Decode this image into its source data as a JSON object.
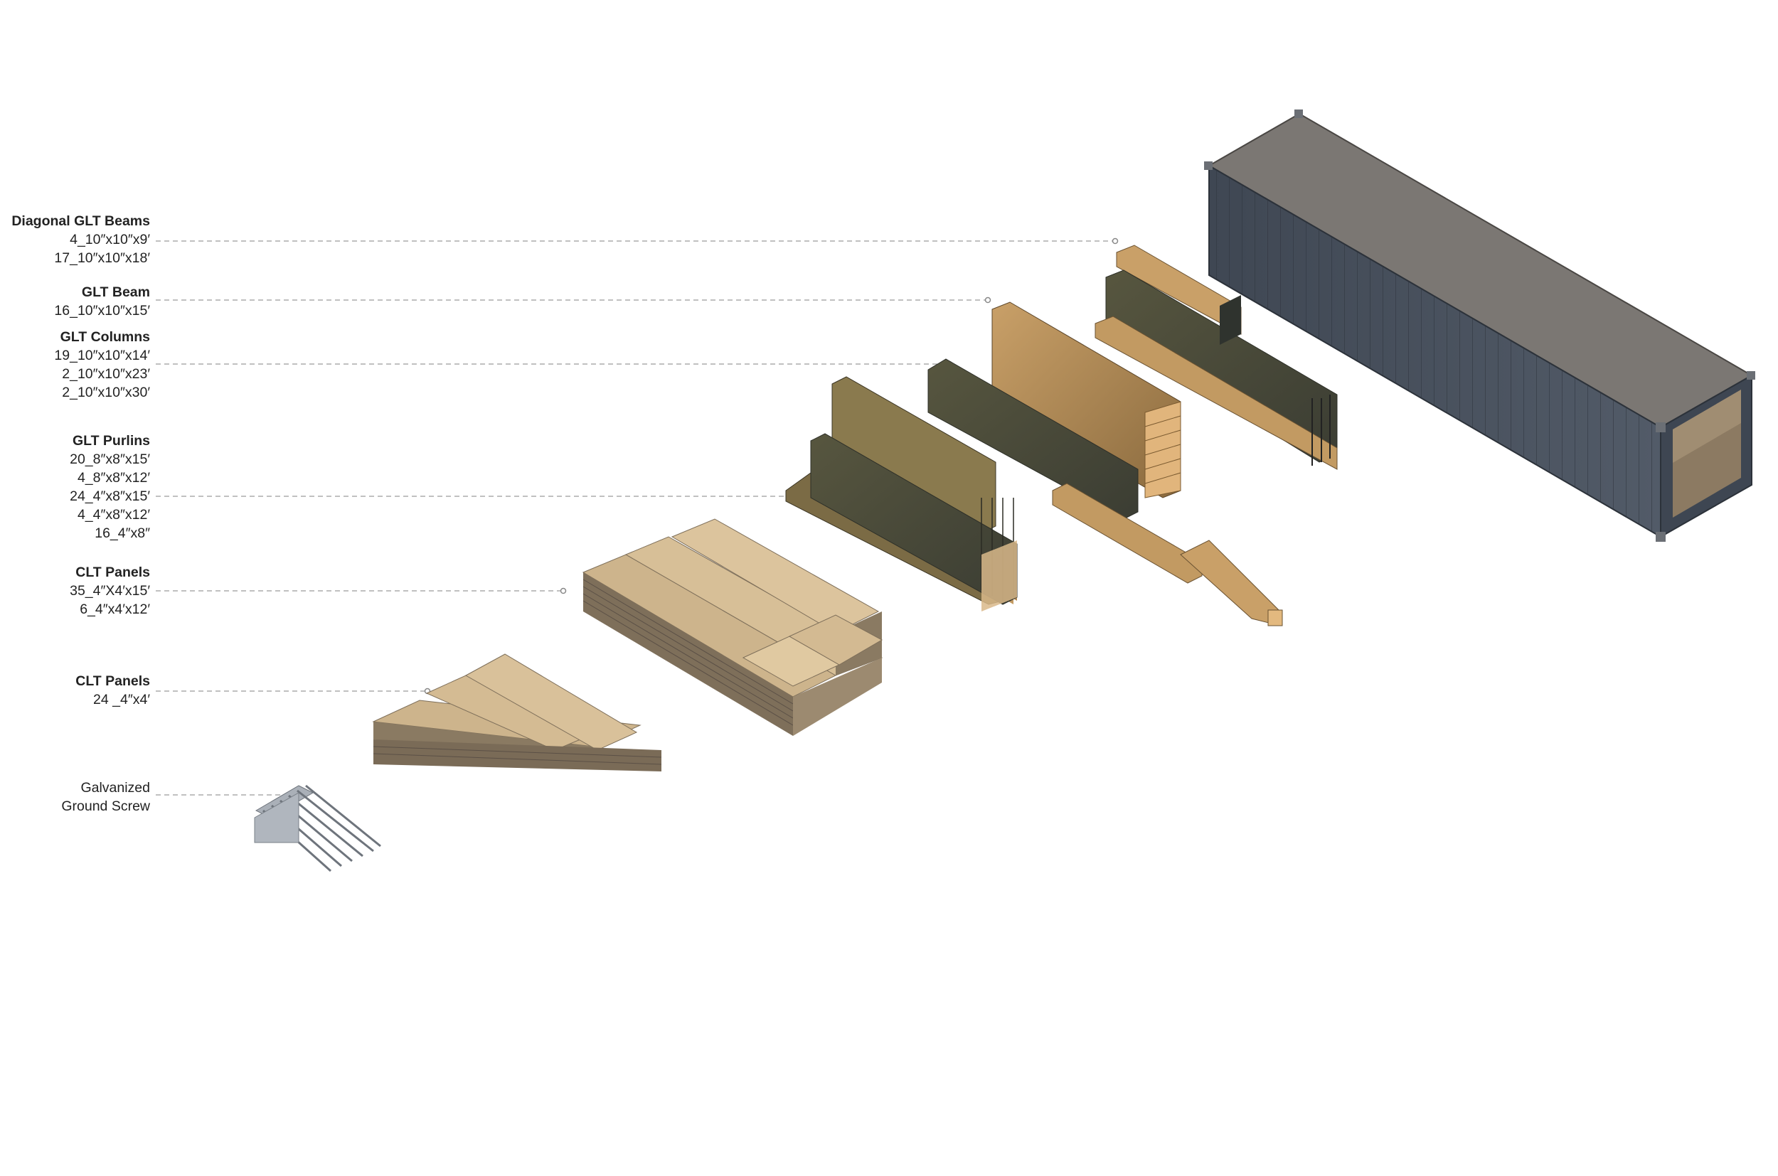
{
  "labels": [
    {
      "key": "diag",
      "title": "Diagonal GLT Beams",
      "lines": [
        "4_10″x10″x9′",
        "17_10″x10″x18′"
      ]
    },
    {
      "key": "beam",
      "title": "GLT Beam",
      "lines": [
        "16_10″x10″x15′"
      ]
    },
    {
      "key": "cols",
      "title": "GLT Columns",
      "lines": [
        "19_10″x10″x14′",
        "2_10″x10″x23′",
        "2_10″x10″x30′"
      ]
    },
    {
      "key": "purl",
      "title": "GLT Purlins",
      "lines": [
        "20_8″x8″x15′",
        "4_8″x8″x12′",
        "24_4″x8″x15′",
        "4_4″x8″x12′",
        "16_4″x8″"
      ]
    },
    {
      "key": "clt1",
      "title": "CLT Panels",
      "lines": [
        "35_4″X4′x15′",
        "6_4″x4′x12′"
      ]
    },
    {
      "key": "clt2",
      "title": "CLT Panels",
      "lines": [
        "24 _4″x4′"
      ]
    },
    {
      "key": "screw",
      "title": "",
      "lines": [
        "Galvanized",
        "Ground Screw"
      ]
    }
  ],
  "colors": {
    "container_side": "#4b5563",
    "container_top": "#7b7773",
    "container_end": "#3e4652",
    "wood_light": "#d9b98a",
    "wood_mid": "#b98f55",
    "wood_dark": "#6b6548",
    "clt_top": "#d2bb96",
    "clt_edge": "#7e6f5a",
    "leader": "#9a9a9a",
    "steel": "#9aa0a8"
  },
  "icons": [
    "shipping-container-icon",
    "glt-beam-stack-icon",
    "clt-panel-stack-icon",
    "ground-screw-icon"
  ]
}
